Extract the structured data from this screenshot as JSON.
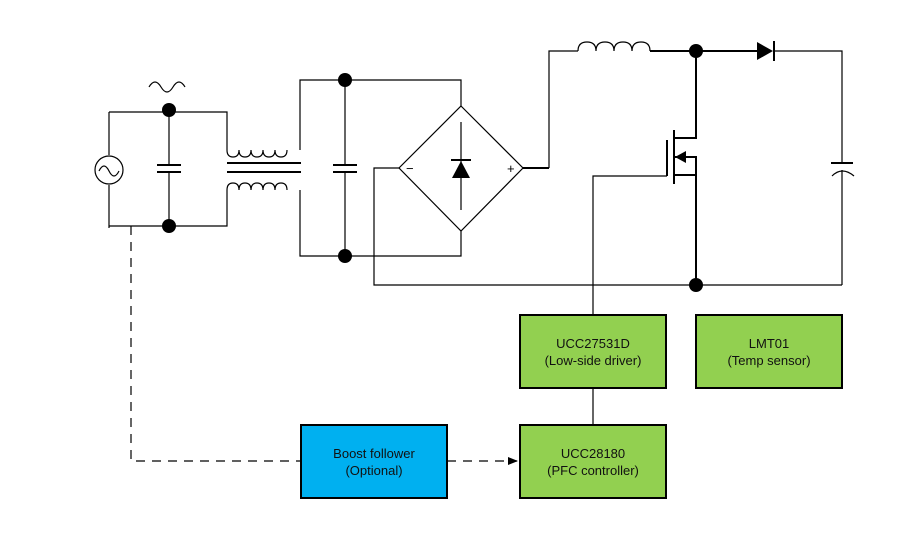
{
  "diagram": {
    "colors": {
      "ti_block": "#92d050",
      "optional_block": "#00b0f0",
      "wire": "#000000"
    },
    "bridge_labels": {
      "minus": "−",
      "plus": "+"
    },
    "components": [
      "ac-source",
      "x-capacitor",
      "common-mode-choke",
      "x-capacitor-2",
      "bridge-rectifier",
      "boost-inductor",
      "boost-mosfet",
      "boost-diode",
      "output-capacitor"
    ],
    "blocks": {
      "driver": {
        "line1": "UCC27531D",
        "line2": "(Low-side driver)"
      },
      "temp": {
        "line1": "LMT01",
        "line2": "(Temp sensor)"
      },
      "pfc": {
        "line1": "UCC28180",
        "line2": "(PFC controller)"
      },
      "follower": {
        "line1": "Boost follower",
        "line2": "(Optional)"
      }
    }
  }
}
